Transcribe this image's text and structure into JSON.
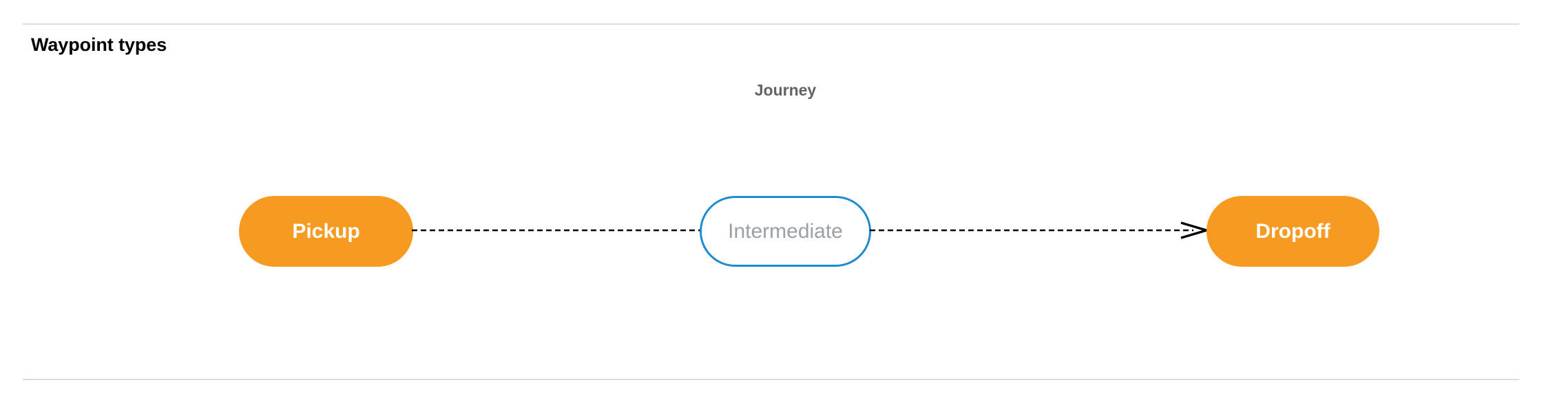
{
  "section": {
    "title": "Waypoint types"
  },
  "diagram": {
    "group_label": "Journey",
    "nodes": [
      {
        "id": "pickup",
        "label": "Pickup",
        "kind": "terminal",
        "fill": "#f79a21",
        "text_color": "#ffffff"
      },
      {
        "id": "intermediate",
        "label": "Intermediate",
        "kind": "intermediate",
        "fill": "#ffffff",
        "border_color": "#1e8bd1",
        "text_color": "#9aa0a6"
      },
      {
        "id": "dropoff",
        "label": "Dropoff",
        "kind": "terminal",
        "fill": "#f79a21",
        "text_color": "#ffffff"
      }
    ],
    "connectors": [
      {
        "id": "pickup-to-intermediate",
        "style": "dashed",
        "color": "#000000",
        "arrowhead": false
      },
      {
        "id": "intermediate-to-dropoff",
        "style": "dashed",
        "color": "#000000",
        "arrowhead": true
      }
    ]
  },
  "colors": {
    "rule": "#dadce0",
    "title": "#000000",
    "group_label": "#5f6368",
    "accent_orange": "#f79a21",
    "accent_blue": "#1e8bd1",
    "muted_text": "#9aa0a6",
    "background": "#ffffff"
  }
}
